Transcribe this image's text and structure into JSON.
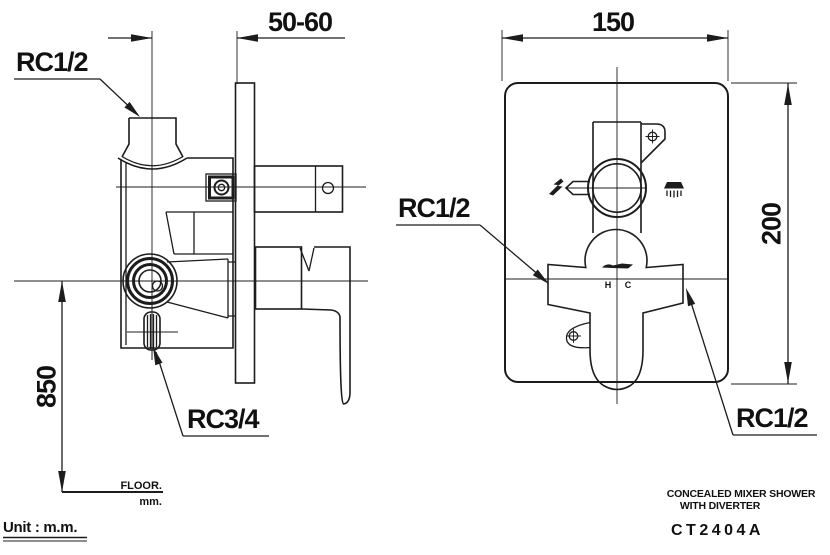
{
  "drawing": {
    "unit_note": "Unit : m.m.",
    "product": {
      "title_line1": "CONCEALED MIXER SHOWER",
      "title_line2": "WITH DIVERTER",
      "model": "CT2404A"
    },
    "side_view": {
      "depth_dim": "50-60",
      "height_dim": "850",
      "top_inlet_label": "RC1/2",
      "bottom_outlet_label": "RC3/4",
      "floor_label": "FLOOR.",
      "floor_unit": "mm."
    },
    "front_view": {
      "width_dim": "150",
      "height_dim": "200",
      "left_port_label": "RC1/2",
      "right_port_label": "RC1/2",
      "hot_label": "H",
      "cold_label": "C"
    },
    "icons": {
      "left_of_lever": "tub-spout-icon",
      "right_of_valve": "shower-head-icon",
      "on_handle": "cotto-logo",
      "brackets": "mounting-lug-crosshair"
    },
    "colors": {
      "line": "#1c1c1c",
      "background": "#ffffff"
    }
  }
}
